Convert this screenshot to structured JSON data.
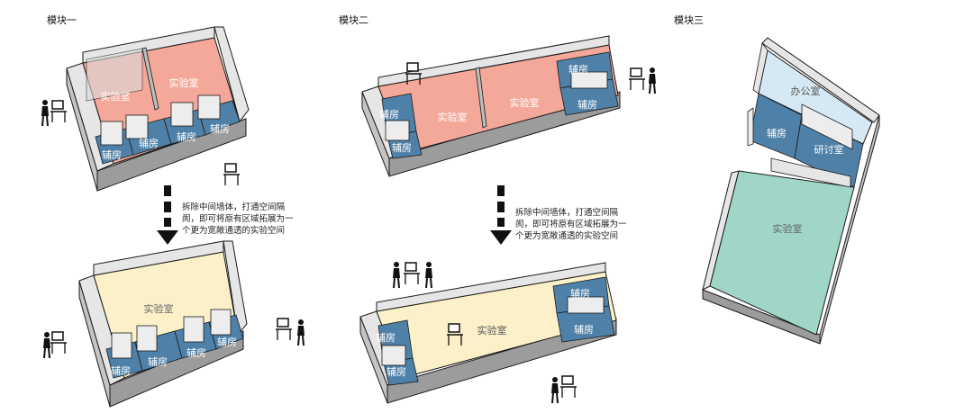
{
  "modules": [
    {
      "title": "模块一",
      "before": {
        "rooms": [
          "实验室",
          "实验室",
          "辅房",
          "辅房",
          "辅房",
          "辅房"
        ]
      },
      "after": {
        "rooms": [
          "实验室",
          "辅房",
          "辅房",
          "辅房",
          "辅房"
        ]
      },
      "note": [
        "拆除中间墙体，打通空间隔",
        "阂，即可将原有区域拓展为一",
        "个更为宽敞通透的实验空间"
      ]
    },
    {
      "title": "模块二",
      "before": {
        "rooms": [
          "辅房",
          "辅房",
          "实验室",
          "实验室",
          "辅房",
          "辅房"
        ]
      },
      "after": {
        "rooms": [
          "辅房",
          "辅房",
          "实验室",
          "辅房",
          "辅房"
        ]
      },
      "note": [
        "拆除中间墙体，打通空间隔",
        "阂，即可将原有区域拓展为一",
        "个更为宽敞通透的实验空间"
      ]
    },
    {
      "title": "模块三",
      "rooms": [
        "办公室",
        "辅房",
        "研讨室",
        "实验室"
      ]
    }
  ],
  "colors": {
    "lab_pink": "#F4A899",
    "lab_yellow": "#FBF0C8",
    "aux_blue": "#4F81A8",
    "office_blue": "#D6E8F3",
    "lab_green": "#9FD6C7",
    "wall_top": "#E6E6E6",
    "wall_side": "#9C9C9C",
    "outline": "#1A1A1A"
  }
}
